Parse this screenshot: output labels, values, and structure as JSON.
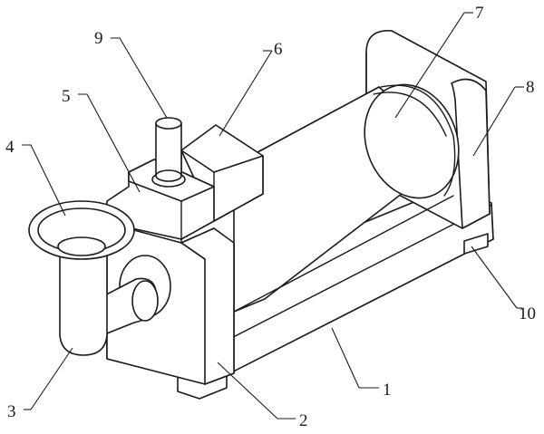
{
  "callouts": [
    {
      "key": "label_1",
      "text": "1"
    },
    {
      "key": "label_2",
      "text": "2"
    },
    {
      "key": "label_3",
      "text": "3"
    },
    {
      "key": "label_4",
      "text": "4"
    },
    {
      "key": "label_5",
      "text": "5"
    },
    {
      "key": "label_6",
      "text": "6"
    },
    {
      "key": "label_7",
      "text": "7"
    },
    {
      "key": "label_8",
      "text": "8"
    },
    {
      "key": "label_9",
      "text": "9"
    },
    {
      "key": "label_10",
      "text": "10"
    }
  ]
}
